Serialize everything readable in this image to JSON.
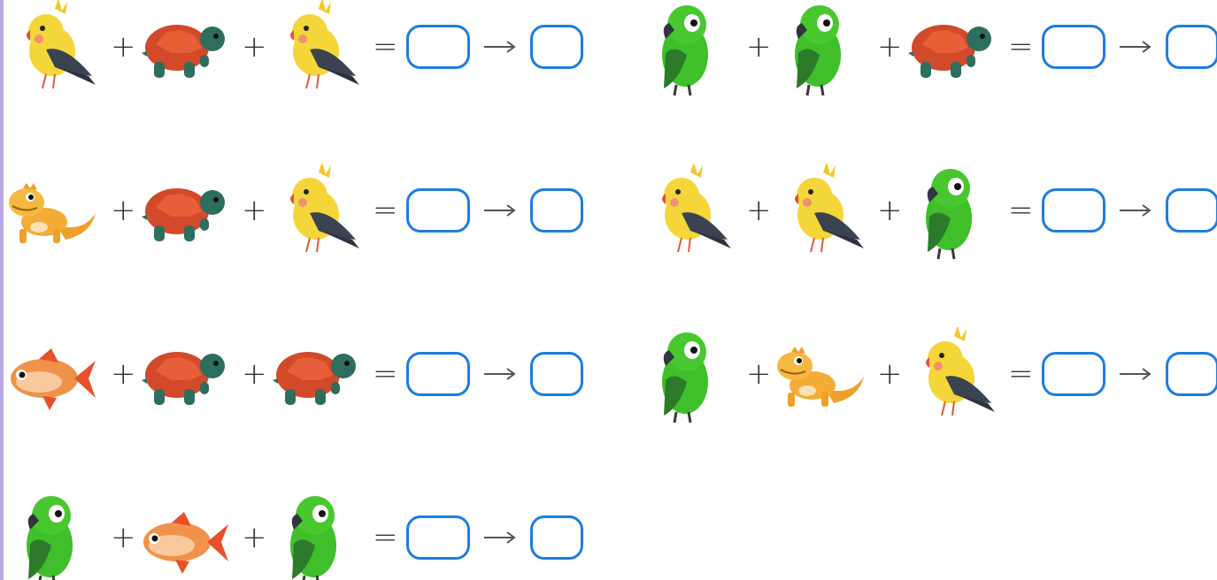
{
  "symbols": {
    "plus": "+",
    "equals": "="
  },
  "colors": {
    "answer_box": "#1e7de0",
    "arrow": "#555555",
    "left_bar": "#b9a7e6"
  },
  "rows": [
    {
      "animals": [
        "cockatiel",
        "turtle",
        "cockatiel"
      ],
      "answer": "",
      "result": ""
    },
    {
      "animals": [
        "parrot",
        "parrot",
        "turtle"
      ],
      "answer": "",
      "result": ""
    },
    {
      "animals": [
        "lizard",
        "turtle",
        "cockatiel"
      ],
      "answer": "",
      "result": ""
    },
    {
      "animals": [
        "cockatiel",
        "cockatiel",
        "parrot"
      ],
      "answer": "",
      "result": ""
    },
    {
      "animals": [
        "fish",
        "turtle",
        "turtle"
      ],
      "answer": "",
      "result": ""
    },
    {
      "animals": [
        "parrot",
        "lizard",
        "cockatiel"
      ],
      "answer": "",
      "result": ""
    },
    {
      "animals": [
        "parrot",
        "fish",
        "parrot"
      ],
      "answer": "",
      "result": ""
    }
  ]
}
